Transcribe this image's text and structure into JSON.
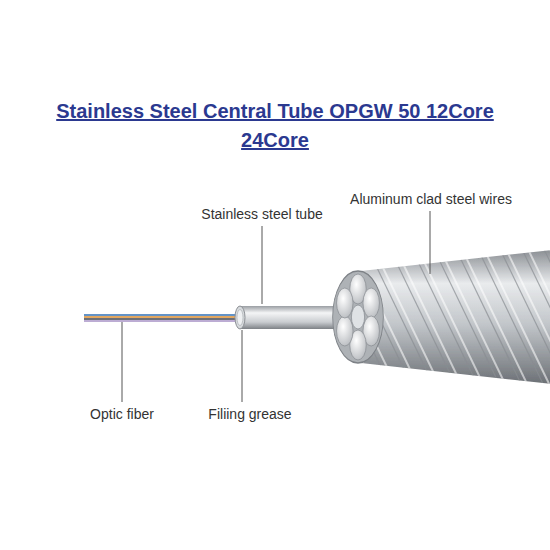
{
  "diagram": {
    "title": "Stainless Steel Central Tube OPGW 50 12Core 24Core",
    "labels": [
      "Stainless steel tube",
      "Aluminum clad steel wires",
      "Optic fiber",
      "Filiing grease"
    ]
  }
}
